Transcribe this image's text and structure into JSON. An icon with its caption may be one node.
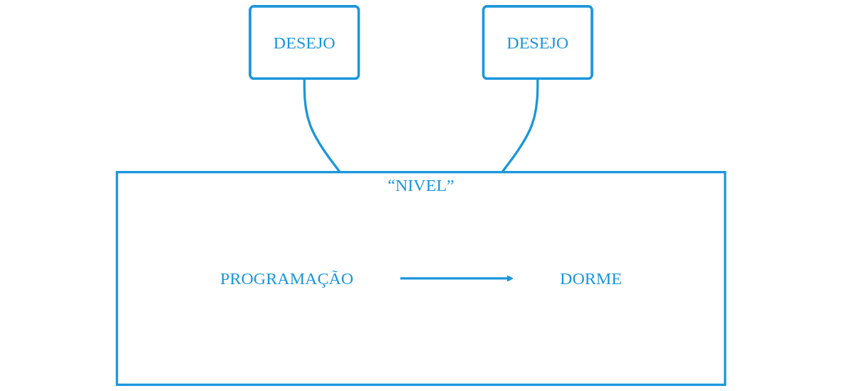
{
  "diagram": {
    "nodes": [
      {
        "text": [
          "DESEJO"
        ]
      },
      {
        "text": [
          "DESEJO"
        ]
      },
      {
        "text": [
          "“NIVEL”"
        ]
      },
      {
        "text": [
          "PROGRAMAÇÃO"
        ],
        "in": 2
      },
      {
        "text": [
          "DORME"
        ],
        "in": 2
      }
    ],
    "edges": [
      {
        "from": 0,
        "to": 2,
        "arrow": "none"
      },
      {
        "from": 1,
        "to": 2,
        "arrow": "none"
      },
      {
        "from": 3,
        "to": 4,
        "arrow": "to"
      }
    ]
  }
}
